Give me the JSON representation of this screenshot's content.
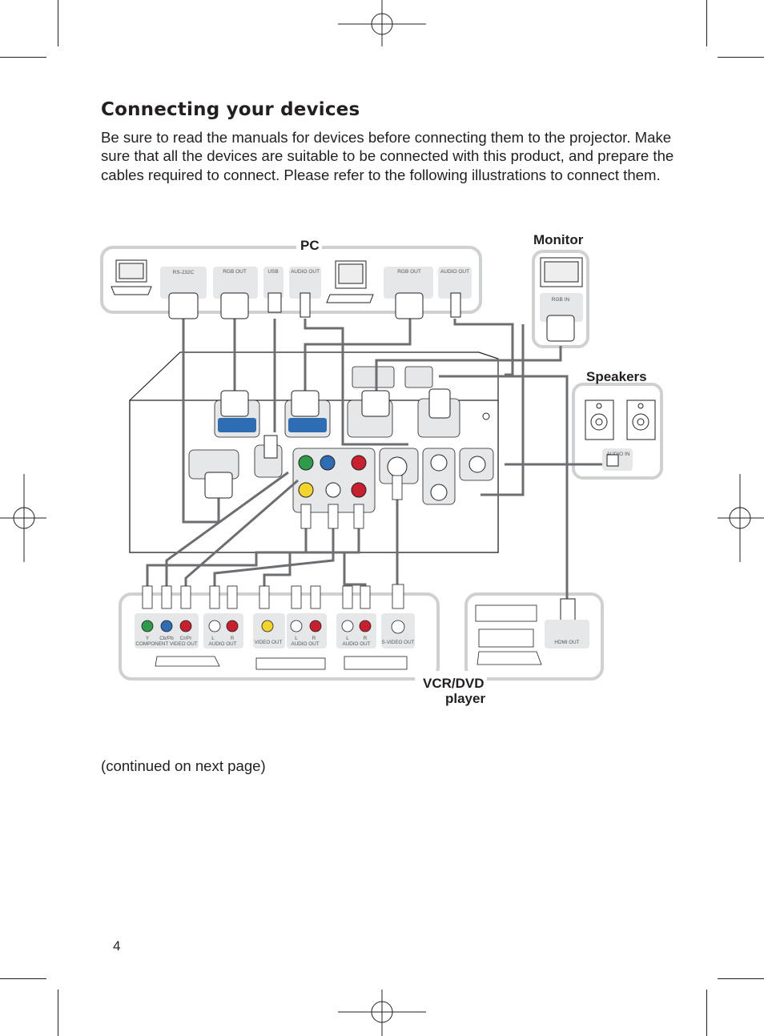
{
  "heading": "Connecting your devices",
  "intro": "Be sure to read the manuals for devices before connecting them to the projector. Make sure that all the devices are suitable to be connected with this product, and prepare the cables required to connect. Please refer to the following illustrations to connect them.",
  "diagram": {
    "groups": {
      "pc": "PC",
      "monitor": "Monitor",
      "speakers": "Speakers",
      "vcr_line1": "VCR/DVD",
      "vcr_line2": "player"
    },
    "pc_ports": {
      "rs232c": "RS-232C",
      "rgb_out_1": "RGB OUT",
      "usb": "USB",
      "audio_out_1": "AUDIO OUT",
      "rgb_out_2": "RGB OUT",
      "audio_out_2": "AUDIO OUT"
    },
    "monitor_port": "RGB IN",
    "speakers_port": "AUDIO IN",
    "player_ports": {
      "comp_y": "Y",
      "comp_cb": "Cb/Pb",
      "comp_cr": "Cr/Pr",
      "component_video_out": "COMPONENT VIDEO OUT",
      "l1": "L",
      "r1": "R",
      "audio_out_1": "AUDIO OUT",
      "video_out": "VIDEO OUT",
      "l2": "L",
      "r2": "R",
      "audio_out_2": "AUDIO OUT",
      "l3": "L",
      "r3": "R",
      "audio_out_3": "AUDIO OUT",
      "s_video_out": "S-VIDEO OUT",
      "hdmi_out": "HDMI OUT"
    }
  },
  "continued": "(continued on next page)",
  "page_number": "4",
  "colors": {
    "frame": "#cfd0d2",
    "cable": "#6d6e71",
    "panel": "#e6e7e8",
    "port_blue": "#2e6db4",
    "port_green": "#2d9b4a",
    "port_red": "#c8202e",
    "port_yellow": "#f1d52a"
  }
}
